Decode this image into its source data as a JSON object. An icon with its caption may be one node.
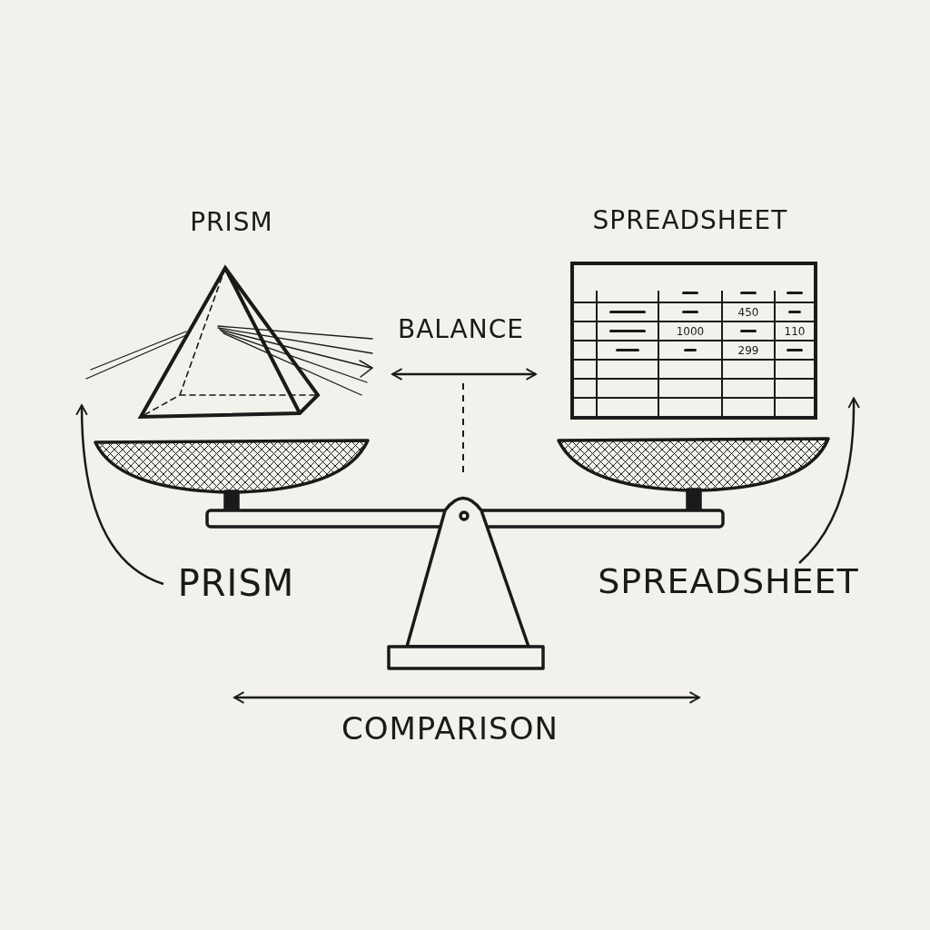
{
  "diagram": {
    "nodes": [
      {
        "text": [
          "PRISM"
        ]
      },
      {
        "text": [
          "SPREADSHEET"
        ]
      },
      {
        "text": [
          "PRISM"
        ]
      },
      {
        "text": [
          "SPREADSHEET"
        ]
      }
    ],
    "edges": [
      {
        "from": 2,
        "to": 0,
        "arrow": "to"
      },
      {
        "from": 3,
        "to": 1,
        "arrow": "to"
      }
    ],
    "labels": [
      "BALANCE",
      "450",
      "1000",
      "110",
      "299",
      "COMPARISON"
    ]
  }
}
